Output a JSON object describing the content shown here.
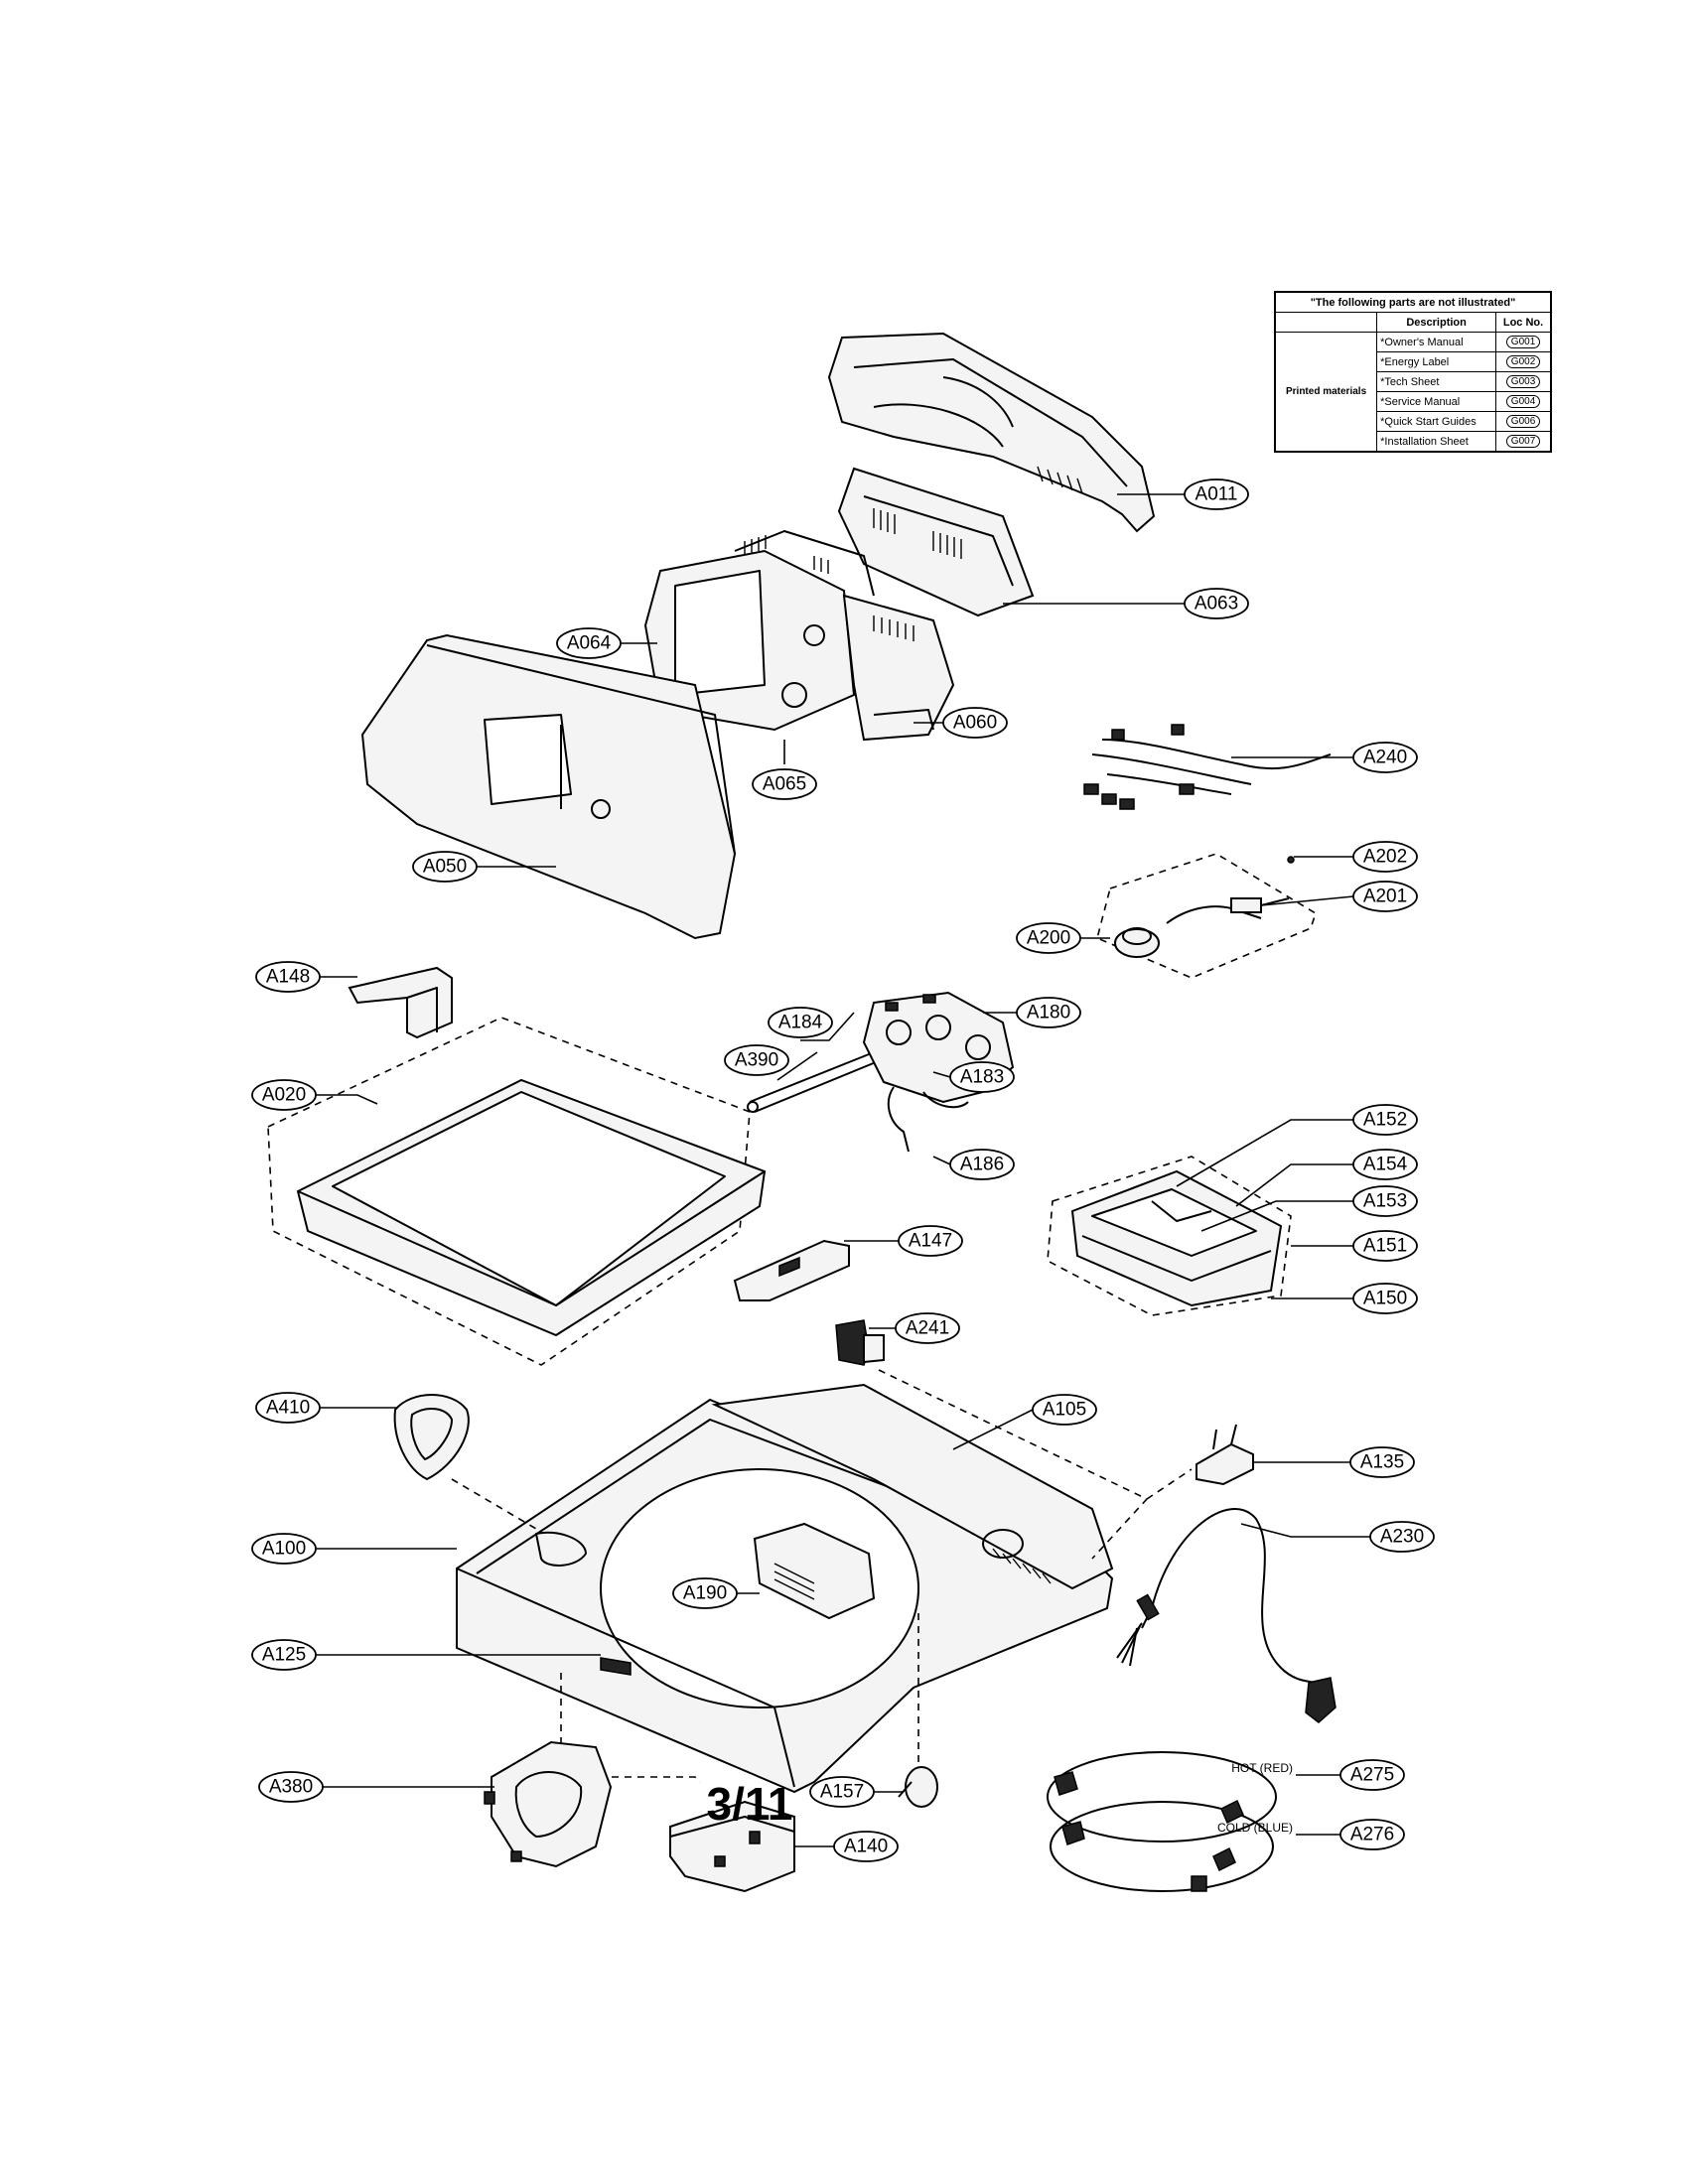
{
  "not_illustrated": {
    "title": "\"The following parts are not illustrated\"",
    "header_description": "Description",
    "header_loc": "Loc No.",
    "group_label": "Printed materials",
    "rows": [
      {
        "description": "*Owner's Manual",
        "loc": "G001"
      },
      {
        "description": "*Energy Label",
        "loc": "G002"
      },
      {
        "description": "*Tech Sheet",
        "loc": "G003"
      },
      {
        "description": "*Service Manual",
        "loc": "G004"
      },
      {
        "description": "*Quick Start Guides",
        "loc": "G006"
      },
      {
        "description": "*Installation Sheet",
        "loc": "G007"
      }
    ]
  },
  "callouts": {
    "A011": "A011",
    "A063": "A063",
    "A064": "A064",
    "A060": "A060",
    "A065": "A065",
    "A050": "A050",
    "A240": "A240",
    "A202": "A202",
    "A201": "A201",
    "A200": "A200",
    "A148": "A148",
    "A184": "A184",
    "A180": "A180",
    "A390": "A390",
    "A183": "A183",
    "A186": "A186",
    "A020": "A020",
    "A152": "A152",
    "A154": "A154",
    "A153": "A153",
    "A151": "A151",
    "A150": "A150",
    "A147": "A147",
    "A241": "A241",
    "A410": "A410",
    "A105": "A105",
    "A135": "A135",
    "A100": "A100",
    "A230": "A230",
    "A190": "A190",
    "A125": "A125",
    "A380": "A380",
    "A157": "A157",
    "A275": "A275",
    "A276": "A276",
    "A140": "A140"
  },
  "hose_labels": {
    "hot": "HOT (RED)",
    "cold": "COLD (BLUE)"
  },
  "page_number": "3/11"
}
